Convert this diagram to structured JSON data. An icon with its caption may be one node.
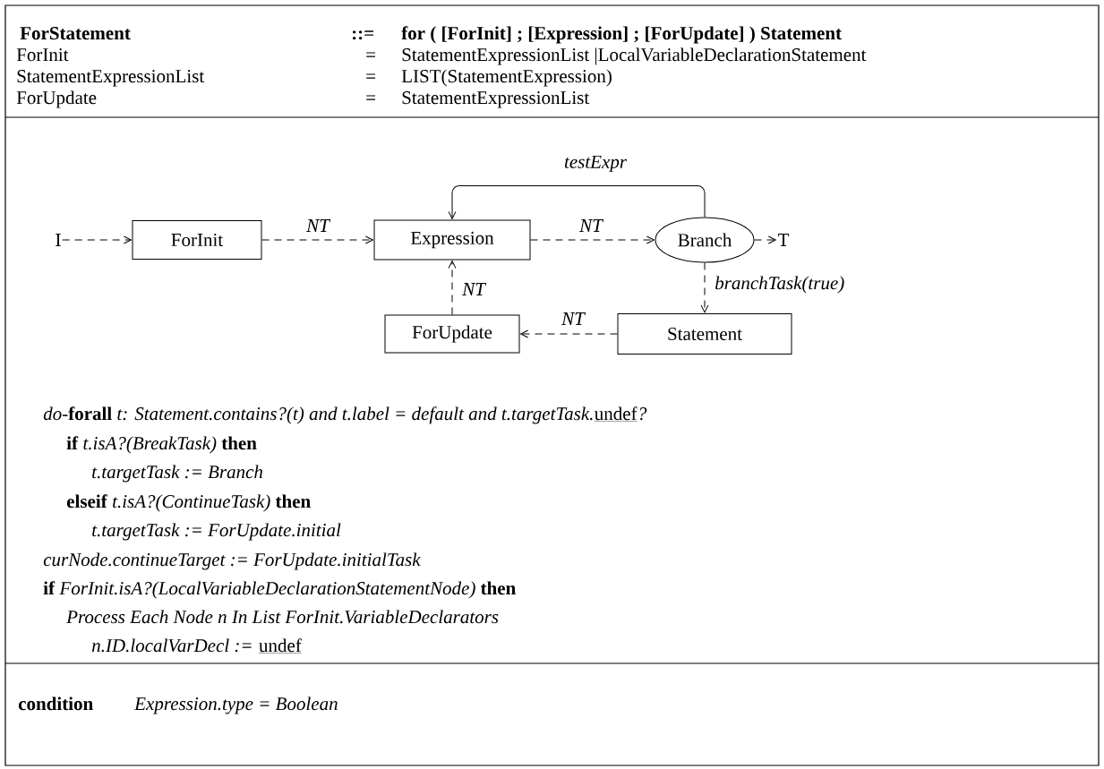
{
  "diagram": {
    "nodes": [
      {
        "text": [
          "I"
        ]
      },
      {
        "text": [
          "ForInit"
        ]
      },
      {
        "text": [
          "Expression"
        ]
      },
      {
        "text": [
          "Branch"
        ]
      },
      {
        "text": [
          "T"
        ]
      },
      {
        "text": [
          "Statement"
        ]
      },
      {
        "text": [
          "ForUpdate"
        ]
      }
    ],
    "edges": [
      {
        "from": 0,
        "to": 1,
        "arrow": "to",
        "style": "dashed"
      },
      {
        "from": 1,
        "to": 2,
        "arrow": "to",
        "style": "dashed",
        "label": "NT"
      },
      {
        "from": 2,
        "to": 3,
        "arrow": "to",
        "style": "dashed",
        "label": "NT"
      },
      {
        "from": 3,
        "to": 4,
        "arrow": "to",
        "style": "dashed"
      },
      {
        "from": 3,
        "to": 2,
        "arrow": "to",
        "label": "testExpr"
      },
      {
        "from": 3,
        "to": 5,
        "arrow": "to",
        "style": "dashed",
        "label": "branchTask(true)"
      },
      {
        "from": 5,
        "to": 6,
        "arrow": "to",
        "style": "dashed",
        "label": "NT"
      },
      {
        "from": 6,
        "to": 2,
        "arrow": "to",
        "style": "dashed",
        "label": "NT"
      }
    ],
    "labels": [
      "ForStatement",
      "::=",
      "for ( [ForInit] ; [Expression] ; [ForUpdate] ) Statement",
      "ForInit",
      "=",
      "StatementExpressionList |LocalVariableDeclarationStatement",
      "StatementExpressionList",
      "=",
      "LIST(StatementExpression)",
      "ForUpdate",
      "=",
      "StatementExpressionList",
      "*do*-**forall** *t: Statement.contains?(t) and t.label = default and t.targetTask.*",
      "undef",
      "?",
      "**if** *t.isA?(BreakTask)* **then**",
      "t.targetTask := Branch",
      "**elseif** *t.isA?(ContinueTask)* **then**",
      "t.targetTask := ForUpdate.initial",
      "curNode.continueTarget := ForUpdate.initialTask",
      "**if** *ForInit.isA?(LocalVariableDeclarationStatementNode)* **then**",
      "Process Each Node n In List ForInit.VariableDeclarators",
      "n.ID.localVarDecl :=",
      "undef",
      "condition",
      "Expression.type = Boolean"
    ]
  }
}
